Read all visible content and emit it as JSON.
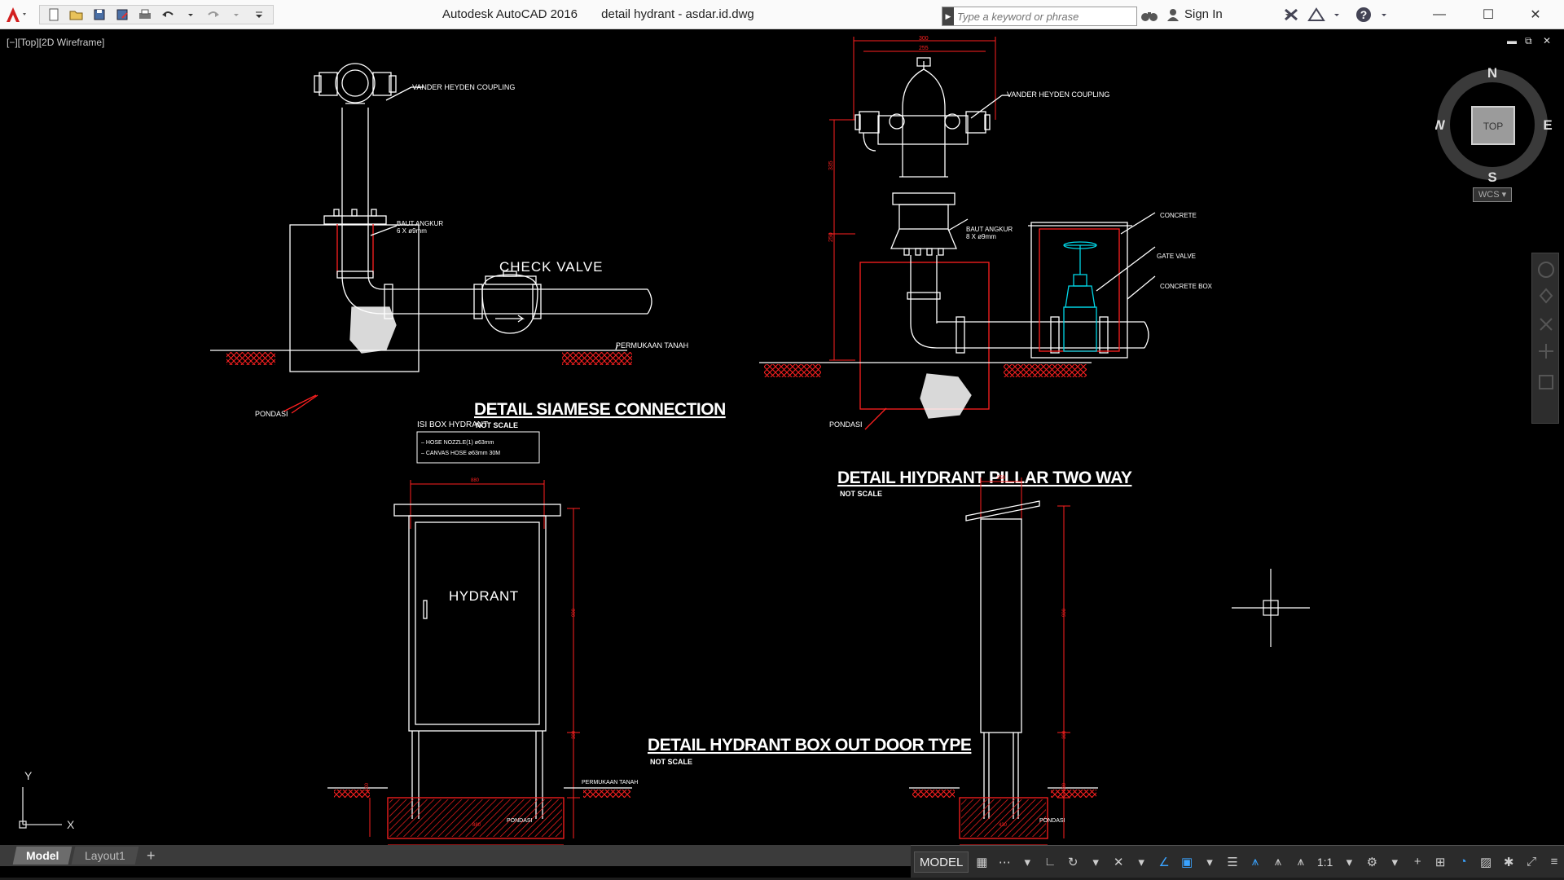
{
  "window": {
    "app_name": "Autodesk AutoCAD 2016",
    "file_name": "detail hydrant - asdar.id.dwg",
    "search_placeholder": "Type a keyword or phrase",
    "signin_label": "Sign In"
  },
  "viewport": {
    "label": "[−][Top][2D Wireframe]"
  },
  "viewcube": {
    "top_label": "TOP",
    "north": "N",
    "south": "S",
    "east": "E",
    "west": "W",
    "wcs_label": "WCS"
  },
  "ucs": {
    "x_label": "X",
    "y_label": "Y"
  },
  "drawing": {
    "siamese": {
      "title": "DETAIL SIAMESE CONNECTION",
      "subtitle": "NOT SCALE",
      "coupling": "VANDER HEYDEN COUPLING",
      "baut_1": "BAUT ANGKUR",
      "baut_2": "6 X ø9mm",
      "check_valve": "CHECK VALVE",
      "ground": "PERMUKAAN TANAH",
      "pondasi": "PONDASI"
    },
    "pillar": {
      "title": "DETAIL HIYDRANT PILLAR TWO WAY",
      "subtitle": "NOT SCALE",
      "coupling": "VANDER HEYDEN COUPLING",
      "baut_1": "BAUT ANGKUR",
      "baut_2": "8 X ø9mm",
      "concrete": "CONCRETE",
      "gate_valve": "GATE VALVE",
      "concrete_box": "CONCRETE BOX",
      "pondasi": "PONDASI",
      "dim_top_1": "300",
      "dim_top_2": "255",
      "dim_side_1": "335",
      "dim_side_2": "250"
    },
    "box": {
      "title": "DETAIL HYDRANT BOX OUT DOOR TYPE",
      "subtitle": "NOT SCALE",
      "isi_title": "ISI BOX HYDRANT",
      "isi_item_1": "– HOSE NOZZLE(1) ø63mm",
      "isi_item_2": "– CANVAS HOSE ø63mm 30M",
      "door_label": "HYDRANT",
      "ground": "PERMUKAAN TANAH",
      "pondasi_front": "PONDASI",
      "pondasi_side": "PONDASI",
      "dim_width": "880",
      "dim_height": "900",
      "dim_leg": "300",
      "dim_base": "100",
      "dim_bottom": "880",
      "side_dim_top": "250",
      "side_dim_height": "900",
      "side_dim_leg": "300",
      "side_dim_base": "100",
      "side_dim_bottom": "430"
    }
  },
  "tabs": {
    "model": "Model",
    "layout1": "Layout1",
    "add": "+"
  },
  "statusbar": {
    "model": "MODEL",
    "scale": "1:1"
  },
  "colors": {
    "red": "#ff2020",
    "line": "#ffffff",
    "cyan": "#00d8e8",
    "background": "#000000"
  }
}
